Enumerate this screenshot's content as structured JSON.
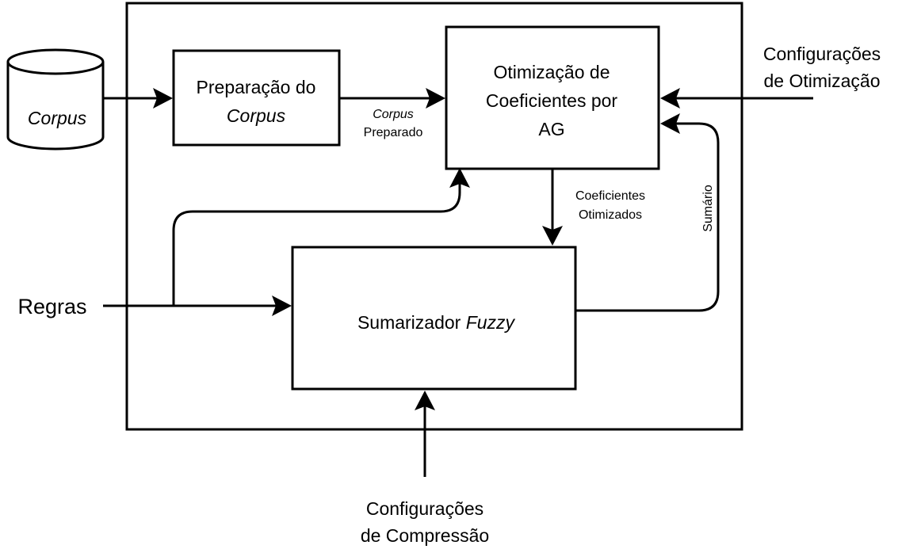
{
  "corpus_db": {
    "label": "Corpus"
  },
  "prep": {
    "line1": "Preparação do",
    "line2": "Corpus"
  },
  "corpus_prep": {
    "line1": "Corpus",
    "line2": "Preparado"
  },
  "optim": {
    "line1": "Otimização de",
    "line2": "Coeficientes por",
    "line3": "AG"
  },
  "config_otim": {
    "line1": "Configurações",
    "line2": "de Otimização"
  },
  "coef": {
    "line1": "Coeficientes",
    "line2": "Otimizados"
  },
  "sumario": {
    "label": "Sumário"
  },
  "regras": {
    "label": "Regras"
  },
  "sumarizador": {
    "text": "Sumarizador ",
    "italic": "Fuzzy"
  },
  "config_comp": {
    "line1": "Configurações",
    "line2": "de Compressão"
  }
}
